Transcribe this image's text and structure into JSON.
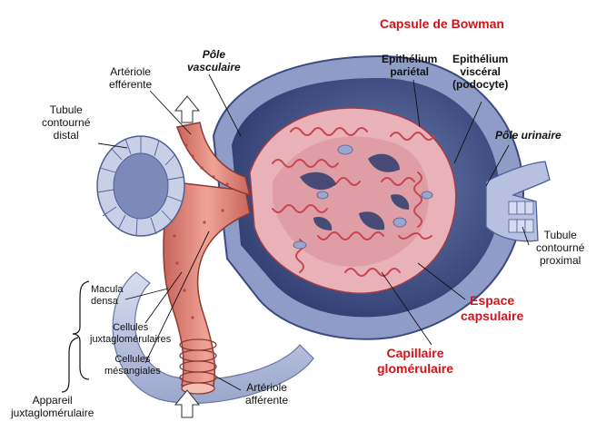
{
  "labels": {
    "capsule_bowman": "Capsule de Bowman",
    "epithelium_parietal": "Epithélium\npariétal",
    "epithelium_visceral": "Epithélium\nviscéral\n(podocyte)",
    "pole_vasculaire": "Pôle\nvasculaire",
    "arteriole_efferente": "Artériole\nefférente",
    "tubule_distal": "Tubule\ncontourné\ndistal",
    "pole_urinaire": "Pôle urinaire",
    "tubule_proximal": "Tubule\ncontourné\nproximal",
    "espace_capsulaire": "Espace\ncapsulaire",
    "capillaire_glomerulaire": "Capillaire\nglomérulaire",
    "macula_densa": "Macula\ndensa",
    "cellules_juxta": "Cellules\njuxtaglomérulaires",
    "cellules_mesangiales": "Cellules\nmésangiales",
    "arteriole_afferente": "Artériole\nafférente",
    "appareil_juxta": "Appareil\njuxtaglomérulaire"
  },
  "colors": {
    "capsule_blue": "#4d5f96",
    "capsule_light": "#9aa6cc",
    "glomerulus_pink": "#e8b2b8",
    "capillary_red": "#c9464f",
    "arteriole": "#e08a7e",
    "label_red": "#d0141c"
  }
}
